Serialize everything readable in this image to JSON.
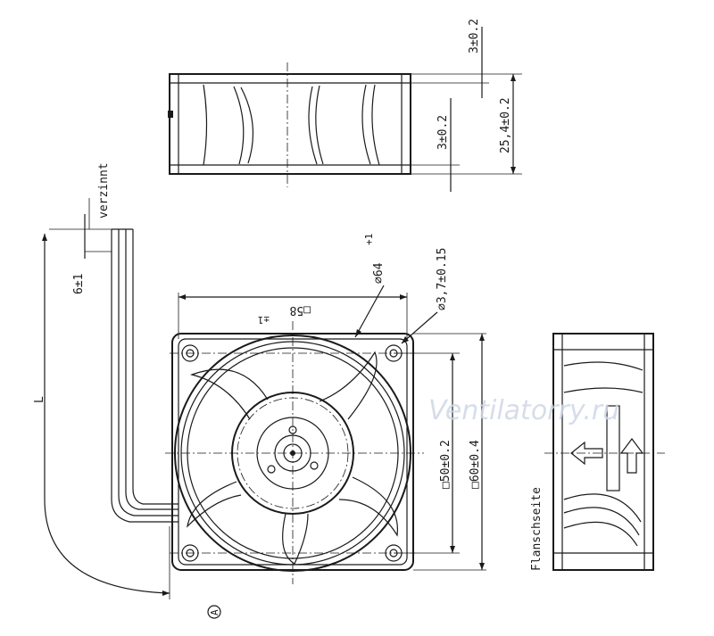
{
  "labels": {
    "verzinnt": "verzinnt",
    "L": "L",
    "six_tol": "6±1",
    "diameter_64": "⌀64",
    "diameter_64_tol": "+1",
    "square_58": "□58",
    "square_58_tol": "±1",
    "hole_dia": "⌀3,7±0.15",
    "sq50": "□50±0.2",
    "sq60": "□60±0.4",
    "top_3a": "3±0.2",
    "top_3b": "3±0.2",
    "height": "25,4±0.2",
    "flanschseite": "Flanschseite",
    "watermark": "Ventilatorry.ru",
    "marker_a": "A"
  }
}
